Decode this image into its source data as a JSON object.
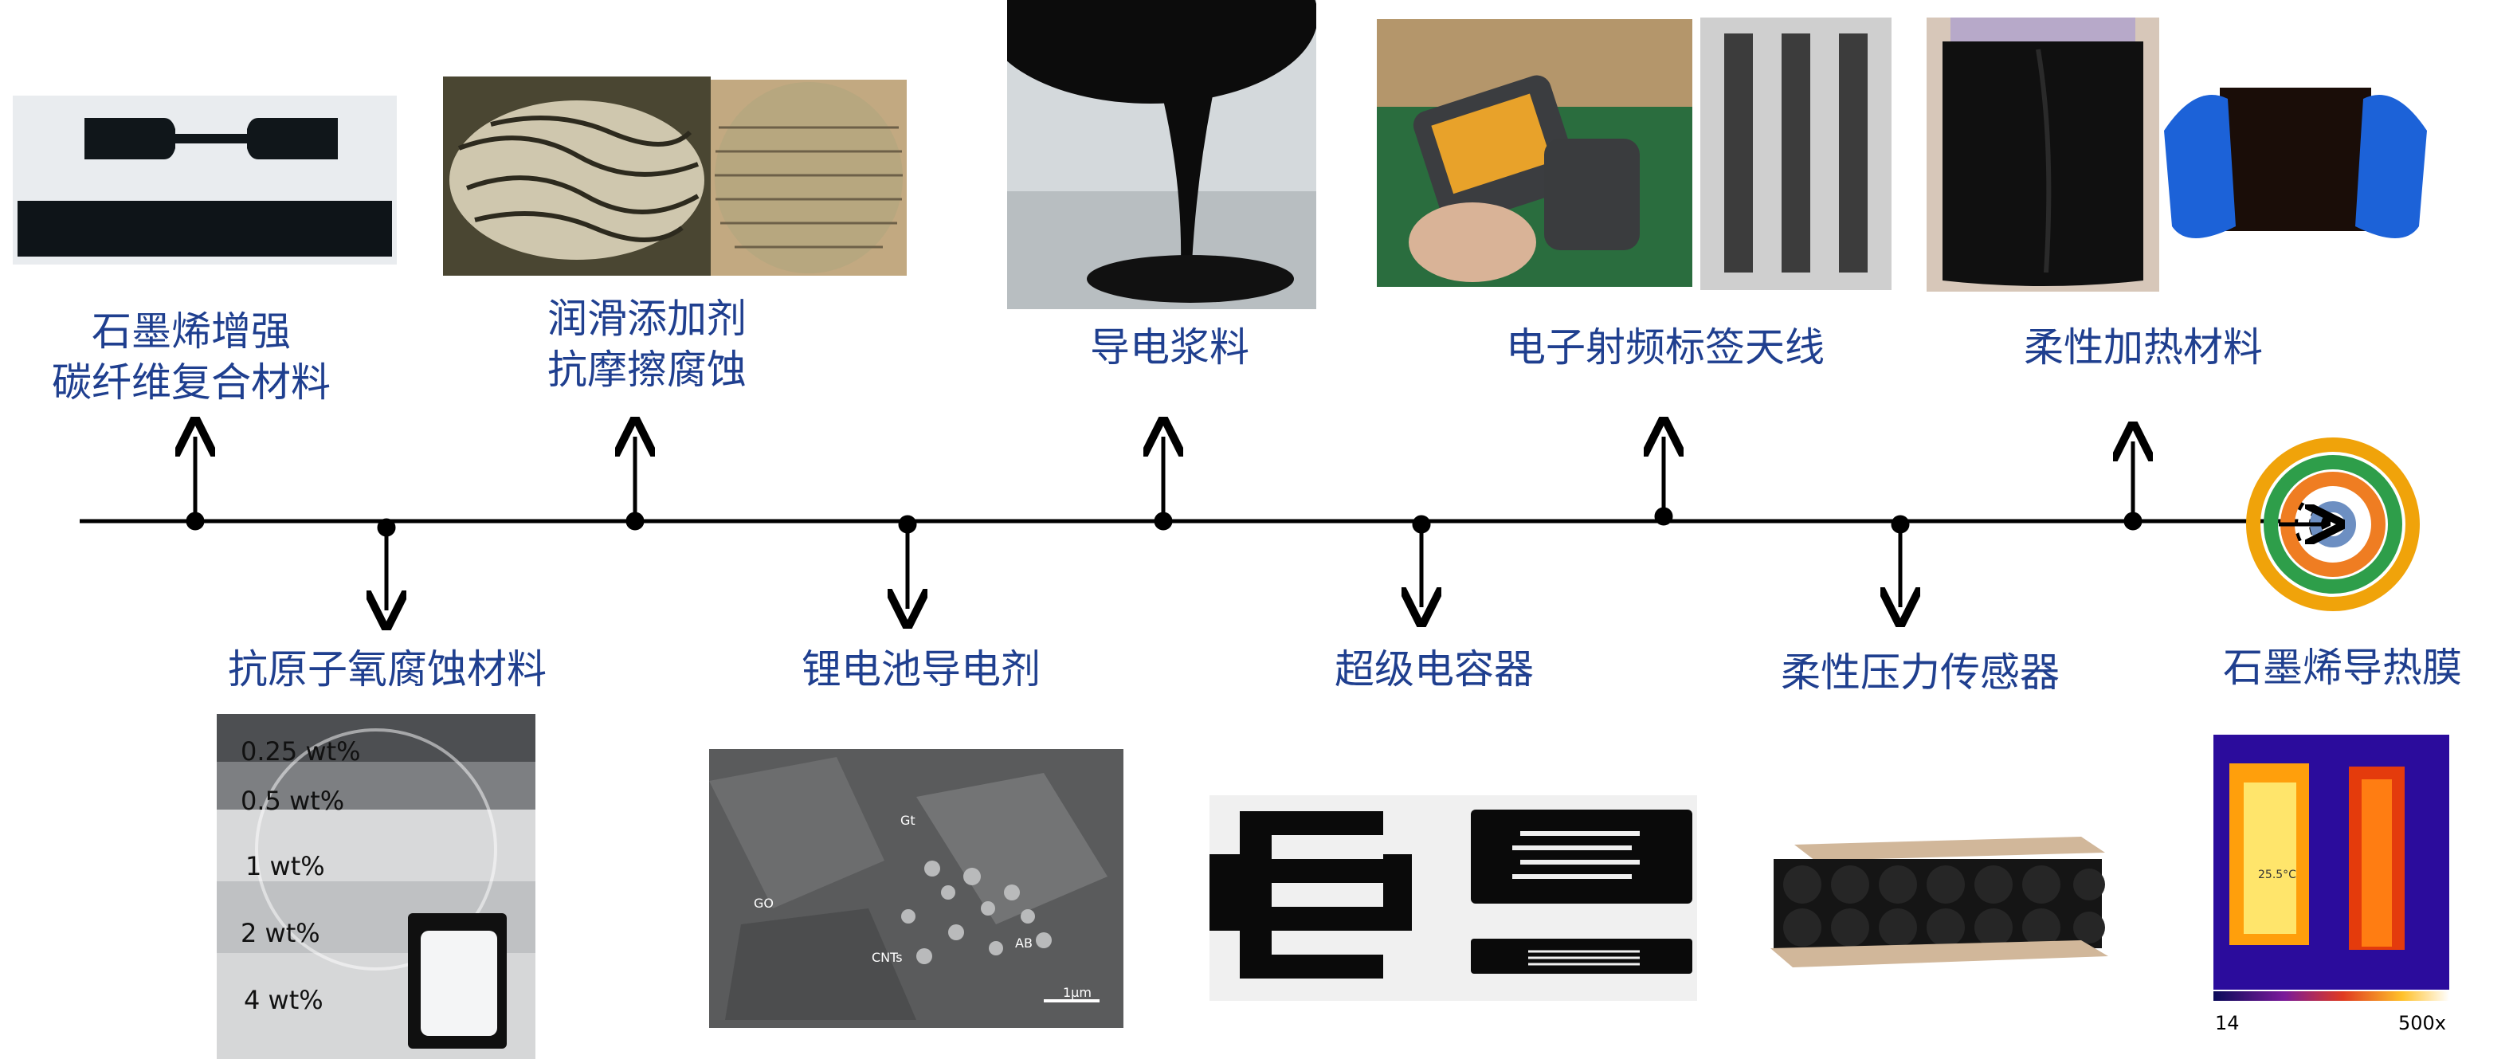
{
  "milestones_top": [
    {
      "label_line1": "石墨烯增强",
      "label_line2": "碳纤维复合材料"
    },
    {
      "label_line1": "润滑添加剂",
      "label_line2": "抗摩擦腐蚀"
    },
    {
      "label": "导电浆料"
    },
    {
      "label": "电子射频标签天线"
    },
    {
      "label": "柔性加热材料"
    }
  ],
  "milestones_bottom": [
    {
      "label": "抗原子氧腐蚀材料"
    },
    {
      "label": "锂电池导电剂"
    },
    {
      "label": "超级电容器"
    },
    {
      "label": "柔性压力传感器"
    },
    {
      "label": "石墨烯导热膜"
    }
  ],
  "coating_labels": [
    "0.25 wt%",
    "0.5 wt%",
    "1 wt%",
    "2 wt%",
    "4 wt%"
  ],
  "sem_labels": {
    "gt": "Gt",
    "go": "GO",
    "cnts": "CNTs",
    "ab": "AB",
    "scale": "1μm"
  },
  "thermal": {
    "scale_min": "14",
    "scale_max": "500x",
    "temp": "25.5°C"
  },
  "colors": {
    "label": "#1f3f8f",
    "axis": "#000000",
    "target_rings": [
      "#f0a30a",
      "#2e9e4a",
      "#ef7d22",
      "#ffffff",
      "#6d8fc2"
    ]
  }
}
